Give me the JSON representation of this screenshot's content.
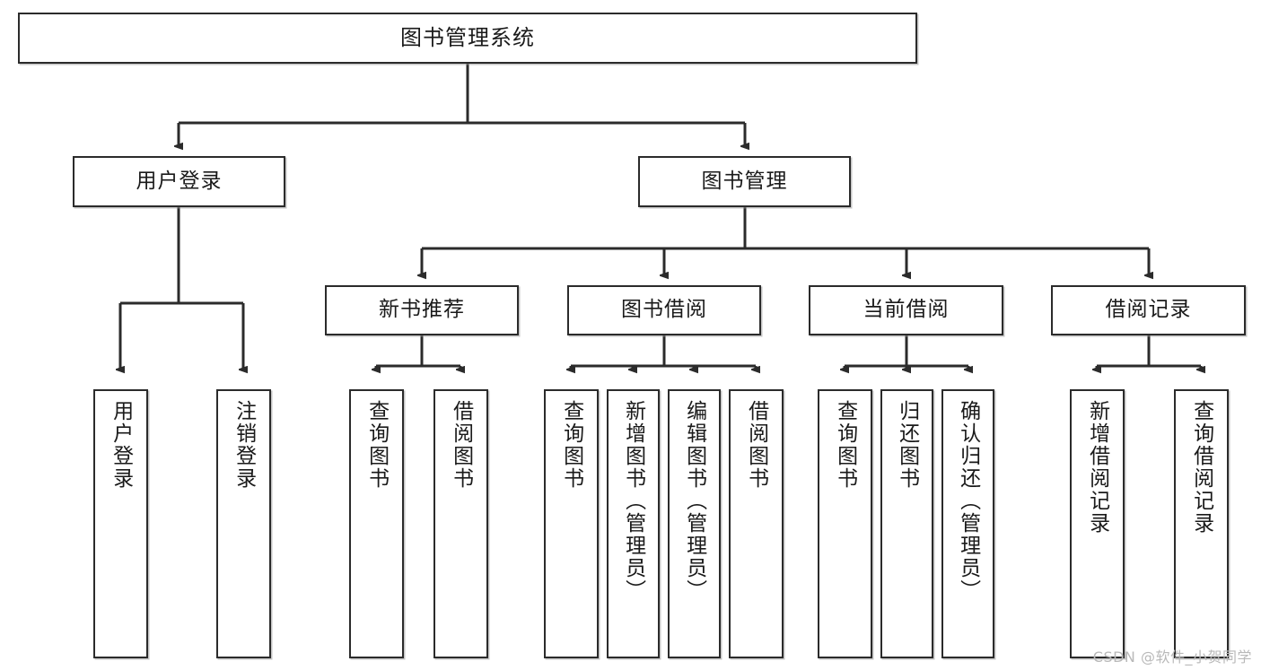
{
  "diagram": {
    "title": "图书管理系统",
    "root": {
      "label": "图书管理系统"
    },
    "level1": [
      {
        "label": "用户登录"
      },
      {
        "label": "图书管理"
      }
    ],
    "level2": [
      {
        "label": "新书推荐"
      },
      {
        "label": "图书借阅"
      },
      {
        "label": "当前借阅"
      },
      {
        "label": "借阅记录"
      }
    ],
    "leaves": {
      "user_login": [
        {
          "label": "用户登录"
        },
        {
          "label": "注销登录"
        }
      ],
      "new_book_recommend": [
        {
          "label": "查询图书"
        },
        {
          "label": "借阅图书"
        }
      ],
      "book_borrow": [
        {
          "label": "查询图书"
        },
        {
          "label": "新增图书（管理员）"
        },
        {
          "label": "编辑图书（管理员）"
        },
        {
          "label": "借阅图书"
        }
      ],
      "current_borrow": [
        {
          "label": "查询图书"
        },
        {
          "label": "归还图书"
        },
        {
          "label": "确认归还（管理员）"
        }
      ],
      "borrow_record": [
        {
          "label": "新增借阅记录"
        },
        {
          "label": "查询借阅记录"
        }
      ]
    }
  },
  "watermark": {
    "text": "CSDN @软件_小贺同学"
  },
  "colors": {
    "border": "#2b2b2b",
    "text": "#1a1a1a",
    "background": "#ffffff",
    "watermark": "#b9b9b9"
  }
}
